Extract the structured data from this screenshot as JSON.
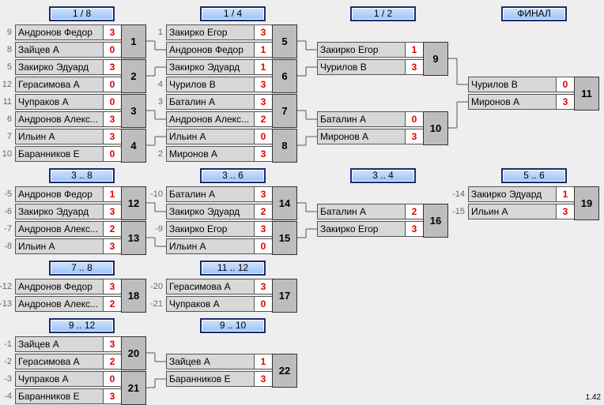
{
  "round_headers": [
    {
      "id": "r18",
      "label": "1 / 8"
    },
    {
      "id": "r14",
      "label": "1 / 4"
    },
    {
      "id": "r12",
      "label": "1 / 2"
    },
    {
      "id": "rfinal",
      "label": "ФИНАЛ"
    },
    {
      "id": "r38",
      "label": "3 .. 8"
    },
    {
      "id": "r36",
      "label": "3 .. 6"
    },
    {
      "id": "r34",
      "label": "3 .. 4"
    },
    {
      "id": "r56",
      "label": "5 .. 6"
    },
    {
      "id": "r78",
      "label": "7 .. 8"
    },
    {
      "id": "r1112",
      "label": "11 .. 12"
    },
    {
      "id": "r912",
      "label": "9 .. 12"
    },
    {
      "id": "r910",
      "label": "9 .. 10"
    }
  ],
  "matches": [
    {
      "num": "1",
      "top": {
        "seed": "9",
        "name": "Андронов Федор",
        "score": "3"
      },
      "bottom": {
        "seed": "8",
        "name": "Зайцев А",
        "score": "0"
      }
    },
    {
      "num": "2",
      "top": {
        "seed": "5",
        "name": "Закирко Эдуард",
        "score": "3"
      },
      "bottom": {
        "seed": "12",
        "name": "Герасимова А",
        "score": "0"
      }
    },
    {
      "num": "3",
      "top": {
        "seed": "11",
        "name": "Чупраков А",
        "score": "0"
      },
      "bottom": {
        "seed": "6",
        "name": "Андронов Алекс...",
        "score": "3"
      }
    },
    {
      "num": "4",
      "top": {
        "seed": "7",
        "name": "Ильин А",
        "score": "3"
      },
      "bottom": {
        "seed": "10",
        "name": "Баранников Е",
        "score": "0"
      }
    },
    {
      "num": "5",
      "top": {
        "seed": "1",
        "name": "Закирко Егор",
        "score": "3"
      },
      "bottom": {
        "seed": "",
        "name": "Андронов Федор",
        "score": "1"
      }
    },
    {
      "num": "6",
      "top": {
        "seed": "",
        "name": "Закирко Эдуард",
        "score": "1"
      },
      "bottom": {
        "seed": "4",
        "name": "Чурилов В",
        "score": "3"
      }
    },
    {
      "num": "7",
      "top": {
        "seed": "3",
        "name": "Баталин А",
        "score": "3"
      },
      "bottom": {
        "seed": "",
        "name": "Андронов Алекс...",
        "score": "2"
      }
    },
    {
      "num": "8",
      "top": {
        "seed": "",
        "name": "Ильин А",
        "score": "0"
      },
      "bottom": {
        "seed": "2",
        "name": "Миронов А",
        "score": "3"
      }
    },
    {
      "num": "9",
      "top": {
        "seed": "",
        "name": "Закирко Егор",
        "score": "1"
      },
      "bottom": {
        "seed": "",
        "name": "Чурилов В",
        "score": "3"
      }
    },
    {
      "num": "10",
      "top": {
        "seed": "",
        "name": "Баталин А",
        "score": "0"
      },
      "bottom": {
        "seed": "",
        "name": "Миронов А",
        "score": "3"
      }
    },
    {
      "num": "11",
      "top": {
        "seed": "",
        "name": "Чурилов В",
        "score": "0"
      },
      "bottom": {
        "seed": "",
        "name": "Миронов А",
        "score": "3"
      }
    },
    {
      "num": "12",
      "top": {
        "seed": "-5",
        "name": "Андронов Федор",
        "score": "1"
      },
      "bottom": {
        "seed": "-6",
        "name": "Закирко Эдуард",
        "score": "3"
      }
    },
    {
      "num": "13",
      "top": {
        "seed": "-7",
        "name": "Андронов Алекс...",
        "score": "2"
      },
      "bottom": {
        "seed": "-8",
        "name": "Ильин А",
        "score": "3"
      }
    },
    {
      "num": "14",
      "top": {
        "seed": "-10",
        "name": "Баталин А",
        "score": "3"
      },
      "bottom": {
        "seed": "",
        "name": "Закирко Эдуард",
        "score": "2"
      }
    },
    {
      "num": "15",
      "top": {
        "seed": "-9",
        "name": "Закирко Егор",
        "score": "3"
      },
      "bottom": {
        "seed": "",
        "name": "Ильин А",
        "score": "0"
      }
    },
    {
      "num": "16",
      "top": {
        "seed": "",
        "name": "Баталин А",
        "score": "2"
      },
      "bottom": {
        "seed": "",
        "name": "Закирко Егор",
        "score": "3"
      }
    },
    {
      "num": "19",
      "top": {
        "seed": "-14",
        "name": "Закирко Эдуард",
        "score": "1"
      },
      "bottom": {
        "seed": "-15",
        "name": "Ильин А",
        "score": "3"
      }
    },
    {
      "num": "18",
      "top": {
        "seed": "-12",
        "name": "Андронов Федор",
        "score": "3"
      },
      "bottom": {
        "seed": "-13",
        "name": "Андронов Алекс...",
        "score": "2"
      }
    },
    {
      "num": "17",
      "top": {
        "seed": "-20",
        "name": "Герасимова А",
        "score": "3"
      },
      "bottom": {
        "seed": "-21",
        "name": "Чупраков А",
        "score": "0"
      }
    },
    {
      "num": "20",
      "top": {
        "seed": "-1",
        "name": "Зайцев А",
        "score": "3"
      },
      "bottom": {
        "seed": "-2",
        "name": "Герасимова А",
        "score": "2"
      }
    },
    {
      "num": "21",
      "top": {
        "seed": "-3",
        "name": "Чупраков А",
        "score": "0"
      },
      "bottom": {
        "seed": "-4",
        "name": "Баранников Е",
        "score": "3"
      }
    },
    {
      "num": "22",
      "top": {
        "seed": "",
        "name": "Зайцев А",
        "score": "1"
      },
      "bottom": {
        "seed": "",
        "name": "Баранников Е",
        "score": "3"
      }
    }
  ],
  "version": "1.42"
}
